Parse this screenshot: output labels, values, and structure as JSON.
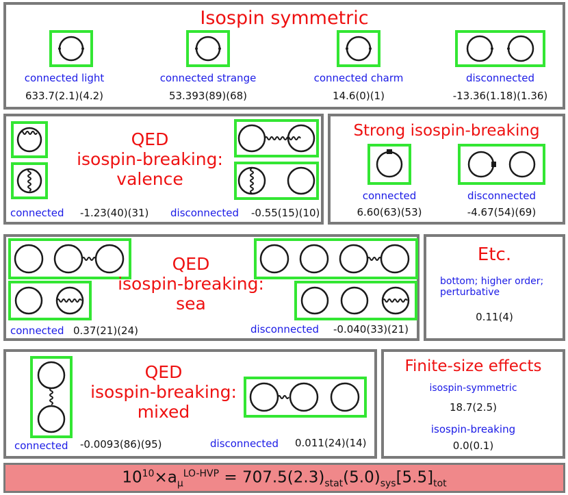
{
  "iso_sym": {
    "title": "Isospin symmetric",
    "items": [
      {
        "label": "connected light",
        "value": "633.7(2.1)(4.2)"
      },
      {
        "label": "connected strange",
        "value": "53.393(89)(68)"
      },
      {
        "label": "connected charm",
        "value": "14.6(0)(1)"
      },
      {
        "label": "disconnected",
        "value": "-13.36(1.18)(1.36)"
      }
    ]
  },
  "qed_valence": {
    "title_lines": [
      "QED",
      "isospin-breaking:",
      "valence"
    ],
    "connected_label": "connected",
    "connected_value": "-1.23(40)(31)",
    "disconnected_label": "disconnected",
    "disconnected_value": "-0.55(15)(10)"
  },
  "strong_ib": {
    "title": "Strong isospin-breaking",
    "connected_label": "connected",
    "connected_value": "6.60(63)(53)",
    "disconnected_label": "disconnected",
    "disconnected_value": "-4.67(54)(69)"
  },
  "qed_sea": {
    "title_lines": [
      "QED",
      "isospin-breaking:",
      "sea"
    ],
    "connected_label": "connected",
    "connected_value": "0.37(21)(24)",
    "disconnected_label": "disconnected",
    "disconnected_value": "-0.040(33)(21)"
  },
  "etc": {
    "title": "Etc.",
    "desc_line1": "bottom; higher order;",
    "desc_line2": "perturbative",
    "value": "0.11(4)"
  },
  "qed_mixed": {
    "title_lines": [
      "QED",
      "isospin-breaking:",
      "mixed"
    ],
    "connected_label": "connected",
    "connected_value": "-0.0093(86)(95)",
    "disconnected_label": "disconnected",
    "disconnected_value": "0.011(24)(14)"
  },
  "finite_size": {
    "title": "Finite-size effects",
    "sym_label": "isospin-symmetric",
    "sym_value": "18.7(2.5)",
    "brk_label": "isospin-breaking",
    "brk_value": "0.0(0.1)"
  },
  "total": {
    "prefix": "10",
    "prefix_exp": "10",
    "times": "×a",
    "mu": "μ",
    "sup": "LO-HVP",
    "eq": " = 707.5(2.3)",
    "stat": "stat",
    "sys_val": "(5.0)",
    "sys": "sys",
    "tot_val": "[5.5]",
    "tot": "tot"
  },
  "colors": {
    "frame": "#33e633",
    "title": "#ee1111",
    "label": "#1a1ae6",
    "total_bg": "#f0888a",
    "border": "#7a7a7a"
  }
}
